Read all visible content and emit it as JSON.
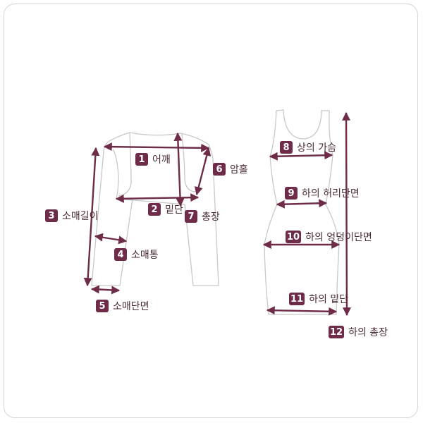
{
  "colors": {
    "accent": "#6e2c48",
    "outline": "#c8c8c8"
  },
  "measurements": [
    {
      "num": "1",
      "label": "어깨"
    },
    {
      "num": "2",
      "label": "밑단"
    },
    {
      "num": "3",
      "label": "소매길이"
    },
    {
      "num": "4",
      "label": "소매통"
    },
    {
      "num": "5",
      "label": "소매단면"
    },
    {
      "num": "6",
      "label": "암홀"
    },
    {
      "num": "7",
      "label": "총장"
    },
    {
      "num": "8",
      "label": "상의 가슴"
    },
    {
      "num": "9",
      "label": "하의 허리단면"
    },
    {
      "num": "10",
      "label": "하의 엉덩이단면"
    },
    {
      "num": "11",
      "label": "하의 밑단"
    },
    {
      "num": "12",
      "label": "하의 총장"
    }
  ]
}
